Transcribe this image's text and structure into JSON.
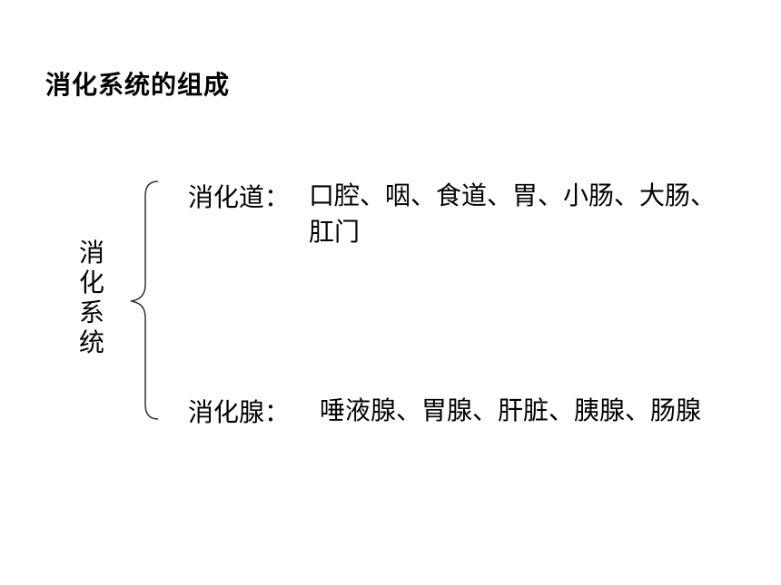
{
  "title": "消化系统的组成",
  "side_label": "消化系统",
  "rows": [
    {
      "label": "消化道：",
      "items": "口腔、咽、食道、胃、小肠、大肠、肛门"
    },
    {
      "label": "消化腺：",
      "items": "唾液腺、胃腺、肝脏、胰腺、肠腺"
    }
  ]
}
